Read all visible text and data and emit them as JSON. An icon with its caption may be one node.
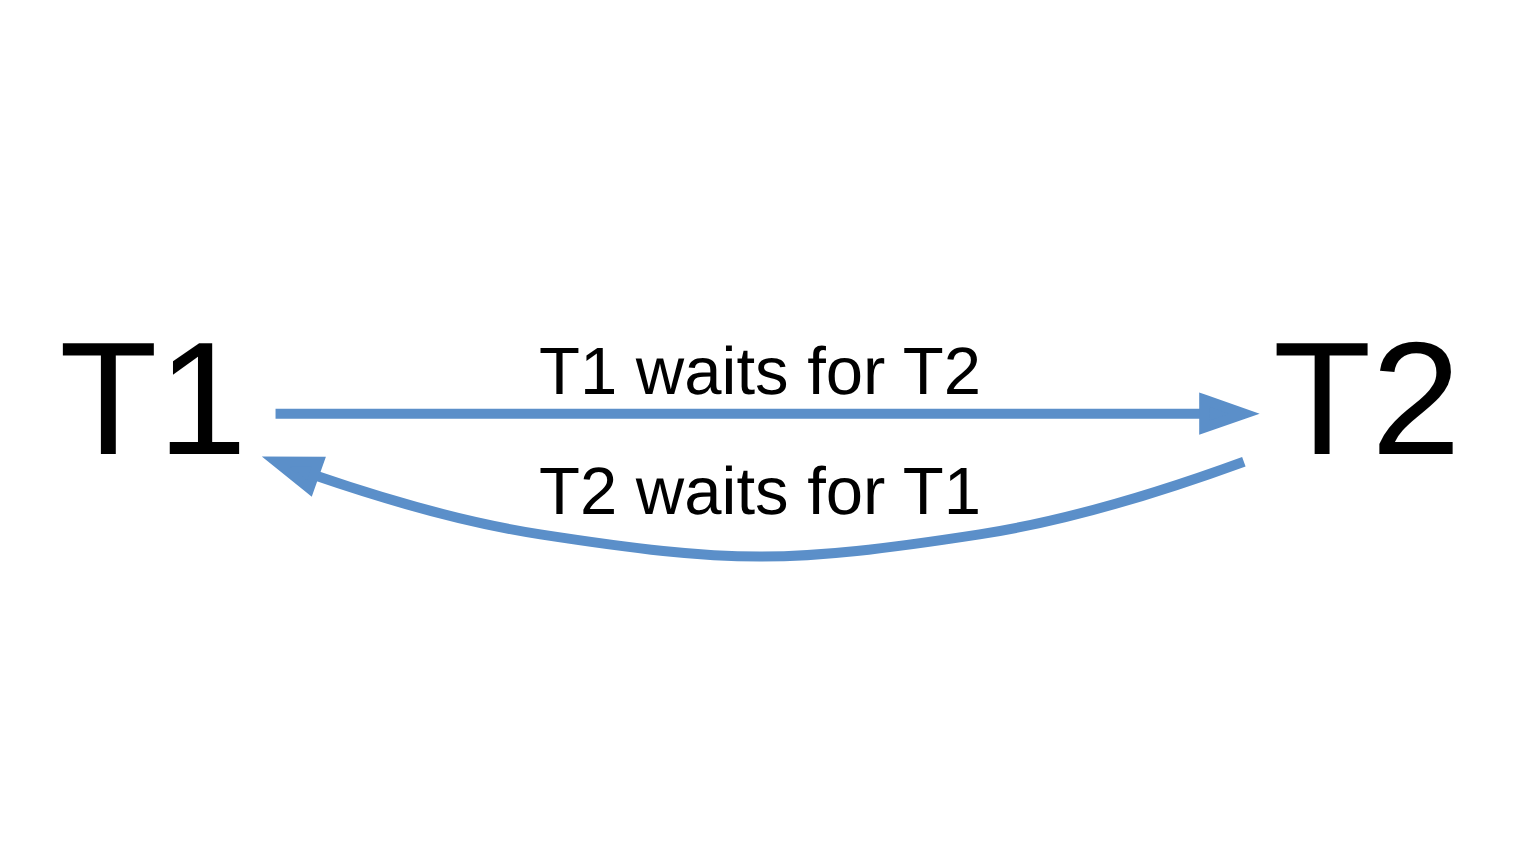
{
  "diagram": {
    "nodes": [
      {
        "text": [
          "T1"
        ]
      },
      {
        "text": [
          "T2"
        ]
      }
    ],
    "edges": [
      {
        "from": 0,
        "to": 1,
        "arrow": "to",
        "label": "T1 waits for T2"
      },
      {
        "from": 1,
        "to": 0,
        "arrow": "to",
        "label": "T2 waits for T1"
      }
    ]
  }
}
